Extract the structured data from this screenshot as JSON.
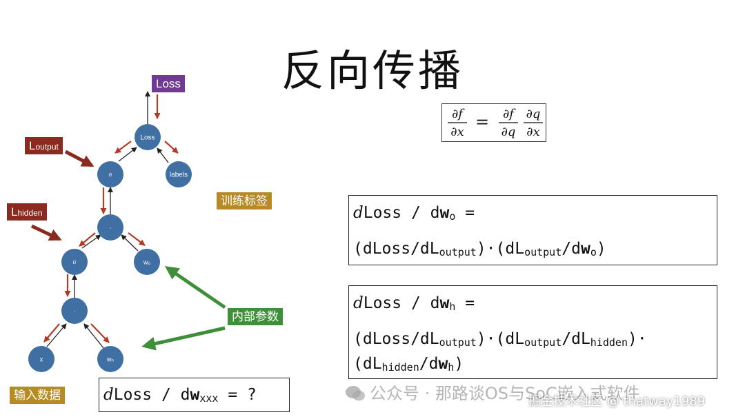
{
  "title": "反向传播",
  "tags": {
    "loss": "Loss",
    "l_output_main": "L",
    "l_output_sub": "output",
    "l_hidden_main": "L",
    "l_hidden_sub": "hidden",
    "train_labels": "训练标签",
    "internal_params": "内部参数",
    "input_data": "输入数据"
  },
  "nodes": {
    "loss": "Loss",
    "sigma_top": "σ",
    "labels": "labels",
    "dot_mid": "·",
    "sigma_mid": "σ",
    "wo": "wₒ",
    "dot_low": "·",
    "x": "x",
    "wh": "wₕ"
  },
  "chain_rule": {
    "lhs_num": "∂f",
    "lhs_den": "∂x",
    "eq": "=",
    "r1_num": "∂f",
    "r1_den": "∂q",
    "r2_num": "∂q",
    "r2_den": "∂x"
  },
  "box_wo": {
    "d": "d",
    "line1_a": "Loss / d",
    "w": "w",
    "sub_o": "o",
    "line1_b": " =",
    "line2_a": "(dLoss/dL",
    "sub_output": "output",
    "line2_b": ")·(dL",
    "line2_c": "/d",
    "line2_d": ")"
  },
  "box_wh": {
    "d": "d",
    "line1_a": "Loss / d",
    "w": "w",
    "sub_h": "h",
    "line1_b": " =",
    "line2_a": "(dLoss/dL",
    "sub_output": "output",
    "line2_b": ")·(dL",
    "line2_c": "/dL",
    "sub_hidden": "hidden",
    "line2_d": ")·",
    "line3_a": "(dL",
    "line3_b": "/d",
    "line3_c": ")"
  },
  "box_xxx": {
    "d": "d",
    "line1_a": "Loss / d",
    "w": "w",
    "sub_xxx": "xxx",
    "line1_b": " = ?"
  },
  "watermarks": {
    "wechat": "公众号 · 那路谈OS与SoC嵌入式软件",
    "juejin": "掘金技术社区 @ thatway1989"
  },
  "colors": {
    "node": "#3f6fa3",
    "red_arrow": "#b03a24",
    "dark_red_arrow": "#8b2a1f",
    "green_arrow": "#3f8f3a",
    "loss_tag": "#6f3a8f",
    "gold_tag": "#b88a24"
  }
}
